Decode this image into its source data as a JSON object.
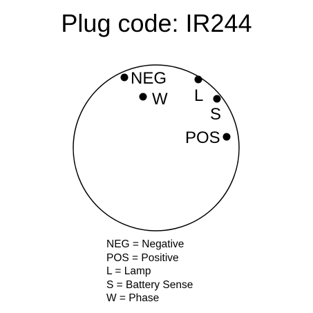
{
  "title": "Plug code: IR244",
  "pins": [
    {
      "id": "neg",
      "label": "NEG"
    },
    {
      "id": "w",
      "label": "W"
    },
    {
      "id": "l",
      "label": "L"
    },
    {
      "id": "s",
      "label": "S"
    },
    {
      "id": "pos",
      "label": "POS"
    }
  ],
  "legend": [
    "NEG = Negative",
    "POS = Positive",
    "L = Lamp",
    "S = Battery Sense",
    "W = Phase"
  ],
  "colors": {
    "line": "#000000",
    "background": "#ffffff"
  }
}
